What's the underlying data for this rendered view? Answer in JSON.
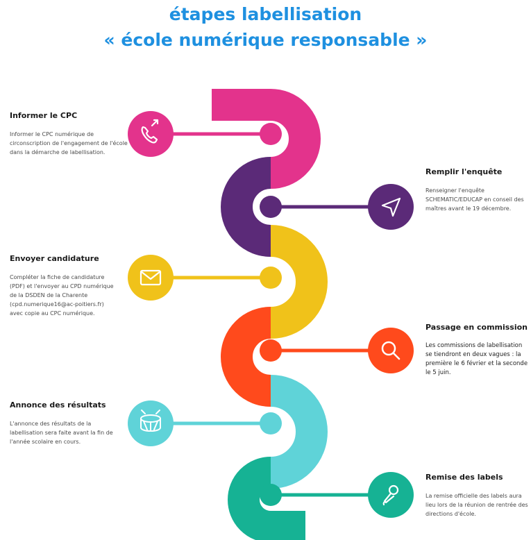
{
  "title": {
    "line1": "étapes labellisation",
    "line2": "« école numérique responsable »"
  },
  "colors": {
    "title": "#1e90e0",
    "pink": "#e3338c",
    "purple": "#5b2a78",
    "yellow": "#f0c21a",
    "orange": "#ff4a1c",
    "cyan": "#5fd3d8",
    "teal": "#16b294"
  },
  "steps": [
    {
      "title": "Informer le CPC",
      "text": "Informer le CPC numérique de circonscription de l'engagement de l'école dans la démarche de labellisation.",
      "icon": "phone-icon",
      "color": "pink"
    },
    {
      "title": "Remplir l'enquête",
      "text": "Renseigner l'enquête SCHEMATIC/EDUCAP en conseil des maîtres avant le 19 décembre.",
      "icon": "send-icon",
      "color": "purple"
    },
    {
      "title": "Envoyer candidature",
      "text": "Compléter la fiche de candidature (PDF) et l'envoyer au CPD numérique de la DSDEN de la Charente (cpd.numerique16@ac-poitiers.fr) avec copie au CPC numérique.",
      "icon": "mail-icon",
      "color": "yellow"
    },
    {
      "title": "Passage en commission",
      "text": "Les commissions de labellisation se tiendront en deux vagues : la première le 6 février et la seconde le 5 juin.",
      "icon": "search-icon",
      "color": "orange"
    },
    {
      "title": "Annonce des résultats",
      "text": "L'annonce des résultats de la labellisation sera faite avant la fin de l'année scolaire en cours.",
      "icon": "drum-icon",
      "color": "cyan"
    },
    {
      "title": "Remise des labels",
      "text": "La remise officielle des labels aura lieu lors de la réunion de rentrée des directions d'école.",
      "icon": "microphone-icon",
      "color": "teal"
    }
  ]
}
